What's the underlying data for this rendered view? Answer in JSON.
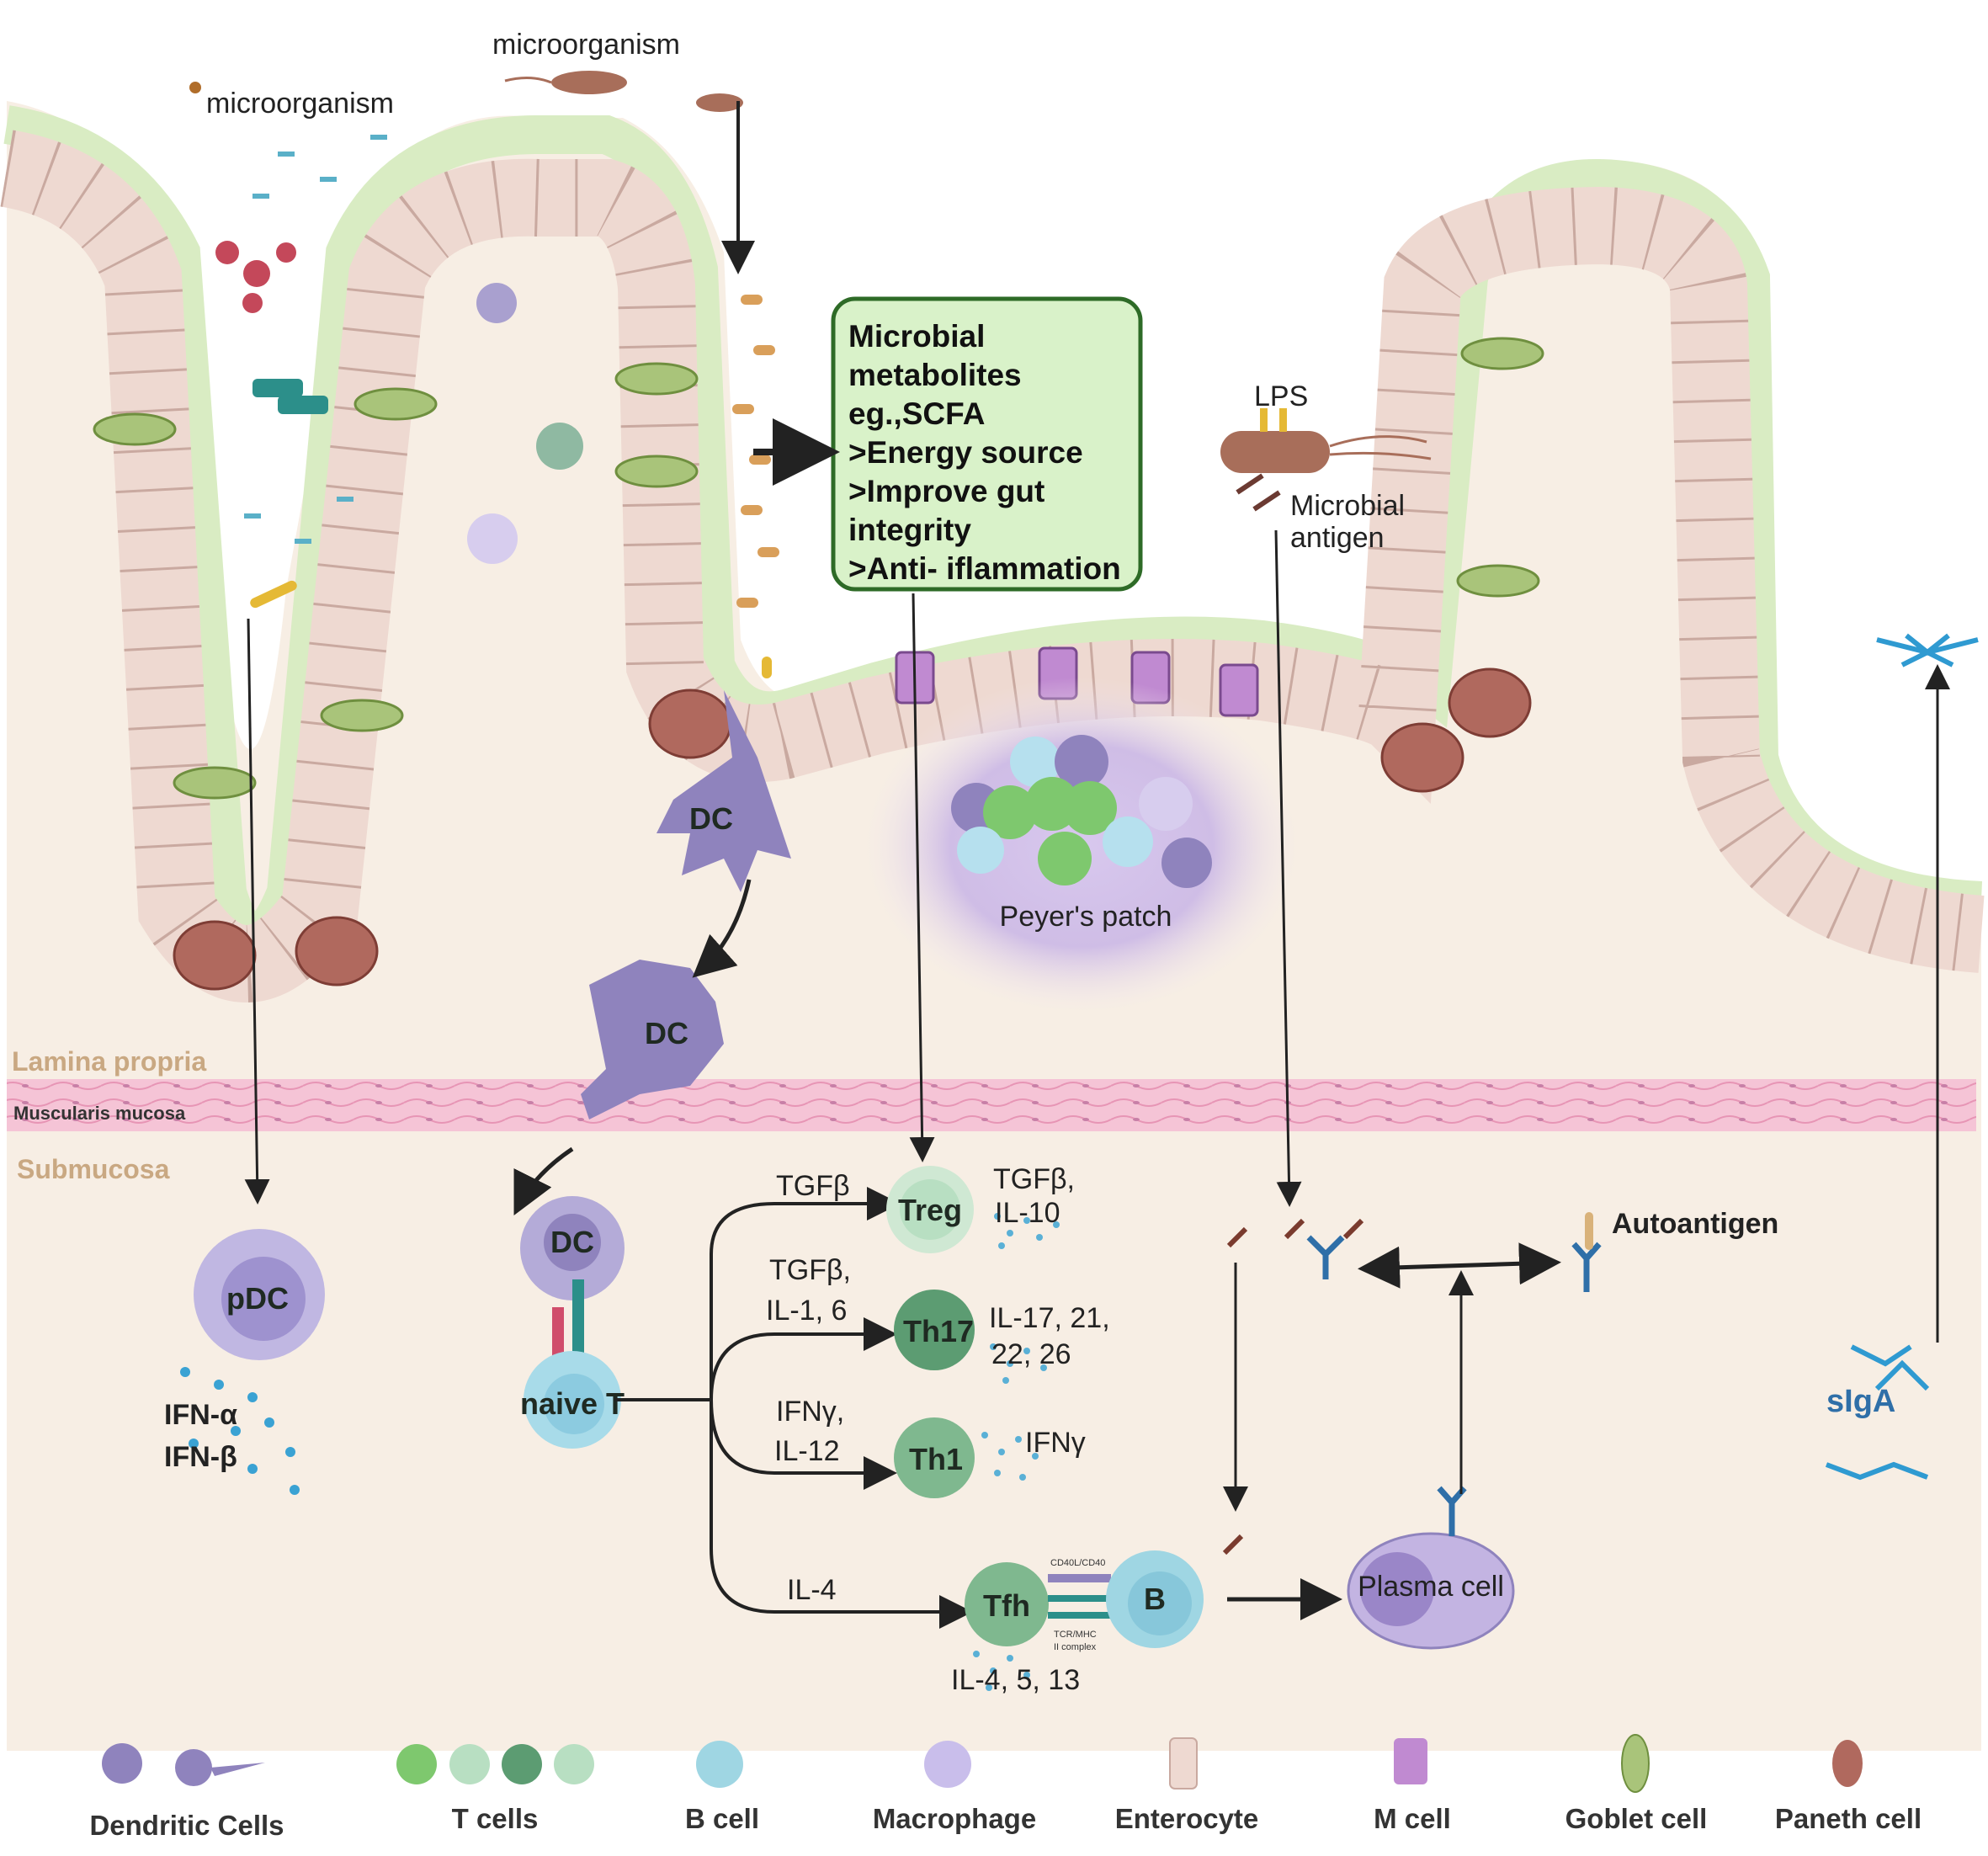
{
  "microorganism_labels": [
    "microorganism",
    "microorganism"
  ],
  "metabolites_box": [
    "Microbial",
    "metabolites",
    "eg.,SCFA",
    ">Energy source",
    ">Improve gut",
    "integrity",
    ">Anti- iflammation"
  ],
  "lps": "LPS",
  "microbial_antigen": [
    "Microbial",
    "antigen"
  ],
  "layers": {
    "lamina": "Lamina propria",
    "muscularis": "Muscularis mucosa",
    "submucosa": "Submucosa"
  },
  "peyers_patch": "Peyer's patch",
  "cells": {
    "dc": "DC",
    "pdc": "pDC",
    "naive_t": "naive T",
    "treg": "Treg",
    "th17": "Th17",
    "th1": "Th1",
    "tfh": "Tfh",
    "b": "B",
    "plasma": "Plasma cell"
  },
  "cytokines": {
    "ifn_a": "IFN-α",
    "ifn_b": "IFN-β",
    "tgfb": "TGFβ",
    "treg_out": [
      "TGFβ,",
      "IL-10"
    ],
    "th17_in": [
      "TGFβ,",
      "IL-1, 6"
    ],
    "th17_out": [
      "IL-17, 21,",
      "22, 26"
    ],
    "th1_in": [
      "IFNγ,",
      "IL-12"
    ],
    "th1_out": "IFNγ",
    "tfh_in": "IL-4",
    "tfh_out": "IL-4, 5, 13",
    "cd40": "CD40L/CD40",
    "tcr": [
      "TCR/MHC",
      "II complex"
    ]
  },
  "autoantigen": "Autoantigen",
  "siga": "sIgA",
  "legend": [
    "Dendritic Cells",
    "T cells",
    "B cell",
    "Macrophage",
    "Enterocyte",
    "M cell",
    "Goblet cell",
    "Paneth cell"
  ],
  "colors": {
    "mucus": "#d9ecc3",
    "enterocyte": "#eed9d1",
    "lamina": "#f7eee4",
    "muscle": "#f2b8cf",
    "dc": "#8f83bd",
    "t_cell": "#8fc99a",
    "b_cell": "#9fd6e3",
    "plasma": "#b9a6da",
    "box_border": "#2e6b27",
    "box_fill": "#d9f2c9"
  }
}
